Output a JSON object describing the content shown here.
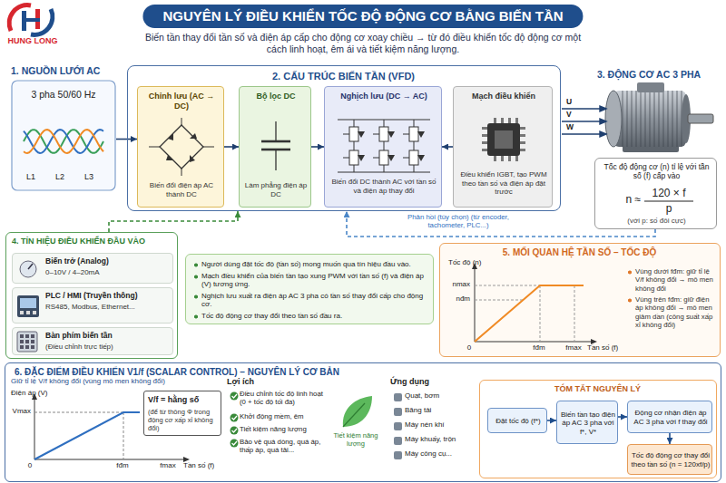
{
  "diagram": {
    "title": "NGUYÊN LÝ ĐIỀU KHIỂN TỐC ĐỘ ĐỘNG CƠ BẰNG BIẾN TẦN",
    "nodes": [
      {
        "text": [
          "1. NGUỒN LƯỚI AC",
          "3 pha 50/60 Hz"
        ]
      },
      {
        "text": [
          "2. CẤU TRÚC BIẾN TẦN (VFD)"
        ]
      },
      {
        "text": [
          "Chỉnh lưu (AC → DC)",
          "Biến đổi điện áp AC thành DC"
        ],
        "in": 1
      },
      {
        "text": [
          "Bộ lọc DC",
          "Làm phẳng điện áp DC"
        ],
        "in": 1
      },
      {
        "text": [
          "Nghịch lưu (DC → AC)",
          "Biến đổi DC thành AC với tần số và điện áp thay đổi"
        ],
        "in": 1
      },
      {
        "text": [
          "Mạch điều khiển",
          "Điều khiển IGBT, tạo PWM theo tần số và điện áp đặt trước"
        ],
        "in": 1
      },
      {
        "text": [
          "Tốc độ động cơ (n) tỉ lệ với tần số (f) cấp vào",
          "n ≈",
          "120 × f",
          "p",
          "(với p: số đôi cực)"
        ]
      },
      {
        "text": [
          "4. TÍN HIỆU ĐIỀU KHIỂN ĐẦU VÀO"
        ]
      },
      {
        "text": [
          "Biến trở (Analog)",
          "0–10V / 4–20mA"
        ],
        "in": 7
      },
      {
        "text": [
          "PLC / HMI (Truyền thông)",
          "RS485, Modbus, Ethernet..."
        ],
        "in": 7
      },
      {
        "text": [
          "Bàn phím biến tần",
          "(Điều chỉnh trực tiếp)"
        ],
        "in": 7
      },
      {
        "text": [
          "Người dùng đặt tốc độ (tần số) mong muốn qua tín hiệu đầu vào.",
          "Mạch điều khiển của biến tần tạo xung PWM với tần số (f) và điện áp (V) tương ứng.",
          "Nghịch lưu xuất ra điện áp AC 3 pha có tần số thay đổi cấp cho động cơ.",
          "Tốc độ động cơ thay đổi theo tần số đầu ra."
        ]
      },
      {
        "text": [
          "5. MỐI QUAN HỆ TẦN SỐ – TỐC ĐỘ",
          "Vùng dưới fđm: giữ tỉ lệ V/f không đổi → mô men không đổi",
          "Vùng trên fđm: giữ điện áp không đổi → mô men giảm dần (công suất xấp xỉ không đổi)"
        ]
      },
      {
        "text": [
          "6. ĐẶC ĐIỂM ĐIỀU KHIỂN V1/f (SCALAR CONTROL) – NGUYÊN LÝ CƠ BẢN"
        ]
      },
      {
        "text": [
          "V/f = hằng số",
          "(để từ thông Φ trong động cơ xấp xỉ không đổi)"
        ],
        "in": 13
      },
      {
        "text": [
          "TÓM TẮT NGUYÊN LÝ"
        ],
        "in": 13
      },
      {
        "text": [
          "Đặt tốc độ (f*)"
        ],
        "in": 15
      },
      {
        "text": [
          "Biến tần tạo điện áp AC 3 pha với f*, V*"
        ],
        "in": 15
      },
      {
        "text": [
          "Động cơ nhận điện áp AC 3 pha với f thay đổi"
        ],
        "in": 15
      },
      {
        "text": [
          "Tốc độ động cơ thay đổi theo tần số (n = 120xf/p)"
        ],
        "in": 15
      }
    ],
    "edges": [
      {
        "from": 0,
        "to": 2,
        "arrow": "to"
      },
      {
        "from": 2,
        "to": 3,
        "arrow": "to"
      },
      {
        "from": 3,
        "to": 4,
        "arrow": "to"
      },
      {
        "from": 5,
        "to": 4,
        "arrow": "to"
      },
      {
        "from": 7,
        "to": 1,
        "arrow": "to"
      },
      {
        "from": 6,
        "to": 1,
        "label": "Phản hồi (tùy chọn) (từ encoder, tachometer, PLC...)",
        "arrow": "to"
      },
      {
        "from": 16,
        "to": 17,
        "arrow": "to"
      },
      {
        "from": 17,
        "to": 18,
        "arrow": "to"
      },
      {
        "from": 18,
        "to": 19,
        "arrow": "to"
      }
    ],
    "labels": [
      "HUNG LONG",
      "Biến tần thay đổi tần số và điện áp cấp cho động cơ xoay chiều → từ đó điều khiển tốc độ động cơ một cách linh hoạt, êm ái và tiết kiệm năng lượng.",
      "L1",
      "L2",
      "L3",
      "U",
      "V",
      "W",
      "3. ĐỘNG CƠ AC 3 PHA",
      "Tốc độ (n)",
      "nmax",
      "nđm",
      "0",
      "fđm",
      "fmax",
      "Tần số (f)",
      "Giữ tỉ lệ V/f không đổi (vùng mô men không đổi)",
      "Điện áp (V)",
      "Vmax",
      "0",
      "fđm",
      "fmax",
      "Tần số (f)",
      "Lợi ích",
      "Điều chỉnh tốc độ linh hoạt (0 + tốc độ tối đa)",
      "Khởi động mềm, êm",
      "Tiết kiệm năng lượng",
      "Bảo vệ quá dòng, quá áp, thấp áp, quá tải...",
      "Tiết kiệm năng lượng",
      "Ứng dụng",
      "Quạt, bơm",
      "Băng tải",
      "Máy nén khí",
      "Máy khuấy, trộn",
      "Máy công cụ..."
    ]
  }
}
